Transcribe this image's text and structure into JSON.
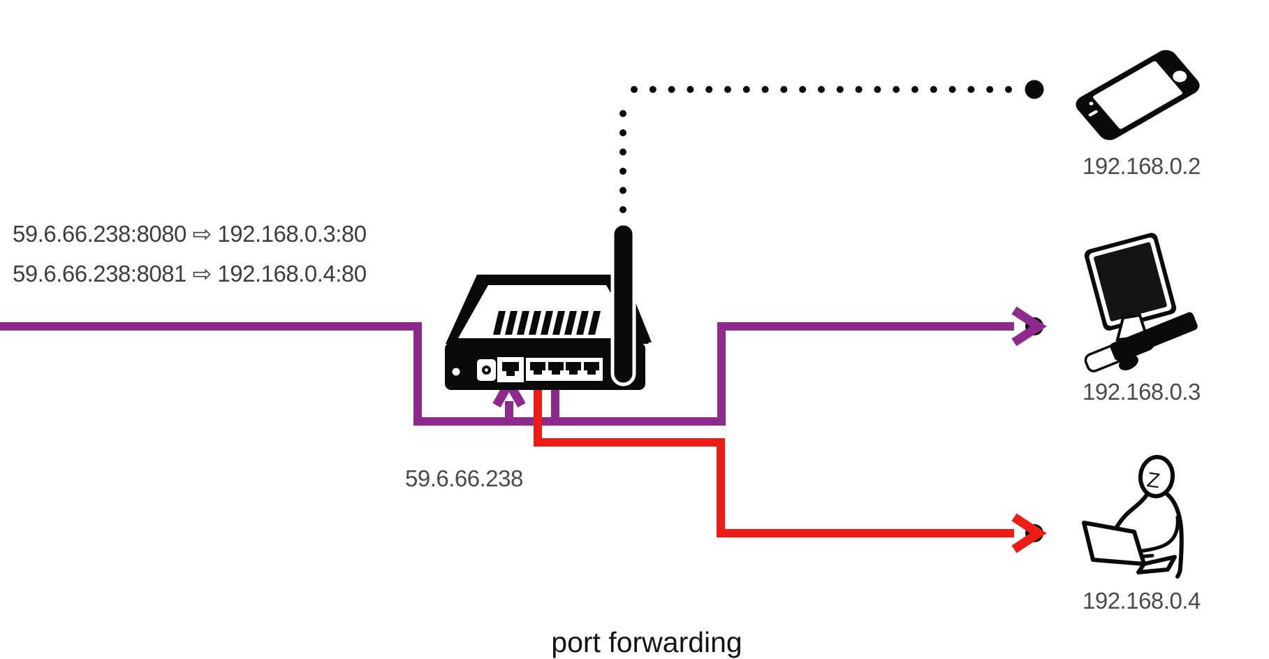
{
  "diagram_title": "port forwarding",
  "port_mappings": {
    "line1": "59.6.66.238:8080 ⇨ 192.168.0.3:80",
    "line2": "59.6.66.238:8081 ⇨ 192.168.0.4:80"
  },
  "router": {
    "public_ip": "59.6.66.238"
  },
  "devices": {
    "phone": {
      "ip": "192.168.0.2"
    },
    "desktop": {
      "ip": "192.168.0.3"
    },
    "laptop_user": {
      "ip": "192.168.0.4",
      "face_mark": "Z"
    }
  },
  "colors": {
    "purple": "#8e2a8e",
    "red": "#ed1c16",
    "black": "#0a0a0a",
    "label_gray": "#4a4a4a",
    "title_color": "#131313"
  }
}
